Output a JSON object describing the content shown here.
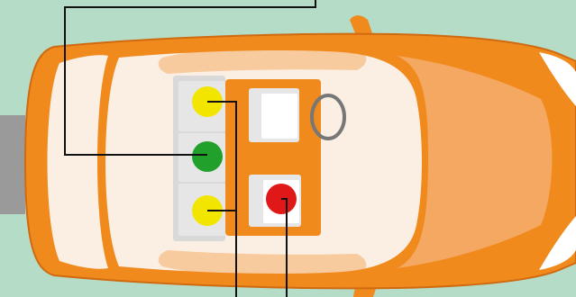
{
  "diagram": {
    "subject": "car-top-view-seat-occupancy",
    "colors": {
      "background": "#b5dcc6",
      "car_body": "#f08a1c",
      "car_outline": "#d06a10",
      "interior": "#fbeee2",
      "windshield": "#f5a862",
      "seat_base": "#e6e6e6",
      "leader_line": "#111111",
      "steering_wheel": "#777777",
      "road": "#9a9a9a"
    },
    "seats": [
      {
        "id": "rear-left",
        "status": "yellow",
        "color": "#f2e600"
      },
      {
        "id": "rear-center",
        "status": "green",
        "color": "#22a02c"
      },
      {
        "id": "rear-right",
        "status": "yellow",
        "color": "#f2e600"
      },
      {
        "id": "front-left",
        "status": "empty",
        "color": "#ffffff"
      },
      {
        "id": "front-right",
        "status": "red",
        "color": "#e01818"
      }
    ]
  }
}
